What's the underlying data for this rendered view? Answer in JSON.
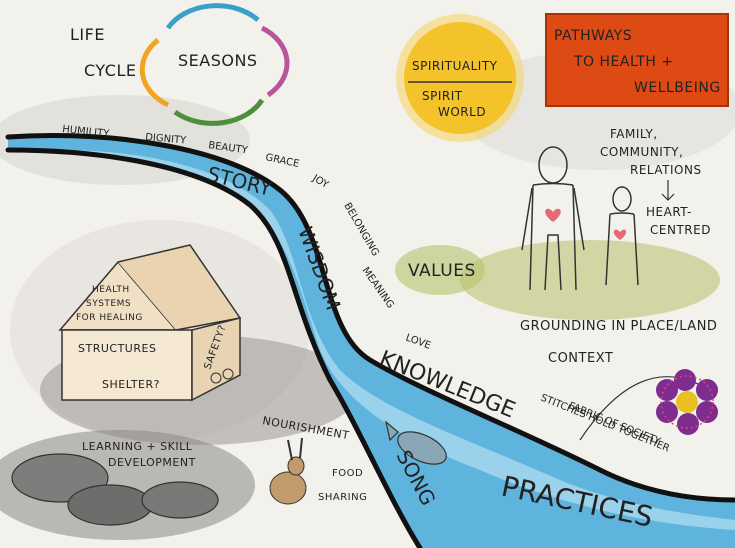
{
  "title": "PATHWAYS TO HEALTH + WELLBEING",
  "title_lines": [
    "PATHWAYS",
    "TO HEALTH +",
    "WELLBEING"
  ],
  "life_cycle": [
    "LIFE",
    "CYCLE"
  ],
  "seasons": "SEASONS",
  "spirituality": "SPIRITUALITY",
  "spirit_world": [
    "SPIRIT",
    "WORLD"
  ],
  "river_top_words": [
    "HUMILITY",
    "DIGNITY",
    "BEAUTY",
    "GRACE",
    "JOY"
  ],
  "river_words": {
    "story": "STORY",
    "wisdom": "WISDOM",
    "belonging": "BELONGING",
    "meaning": "MEANING",
    "love": "LOVE",
    "knowledge": "KNOWLEDGE",
    "song": "SONG",
    "practices": "PRACTICES"
  },
  "values": "VALUES",
  "family": [
    "FAMILY,",
    "COMMUNITY,",
    "RELATIONS"
  ],
  "heart_centred": [
    "HEART-",
    "CENTRED"
  ],
  "grounding": "GROUNDING IN PLACE/LAND",
  "context": "CONTEXT",
  "stitches": [
    "STITCHES HOLD TOGETHER",
    "FABRIC OF SOCIETY"
  ],
  "house": {
    "roof": [
      "HEALTH",
      "SYSTEMS",
      "FOR HEALING"
    ],
    "front": "STRUCTURES",
    "shelter": "SHELTER?",
    "safety": "SAFETY?"
  },
  "learning": [
    "LEARNING + SKILL",
    "DEVELOPMENT"
  ],
  "nourishment": "NOURISHMENT",
  "food_sharing": [
    "FOOD",
    "SHARING"
  ],
  "colors": {
    "title_box": "#dd4a14",
    "sun": "#f4c22b",
    "river": "#5fb4dd",
    "river_light": "#a9d8ef",
    "river_bank": "#111111",
    "grass": "#b9c46a",
    "heart": "#e46a76",
    "flower": "#7f2c8f"
  }
}
